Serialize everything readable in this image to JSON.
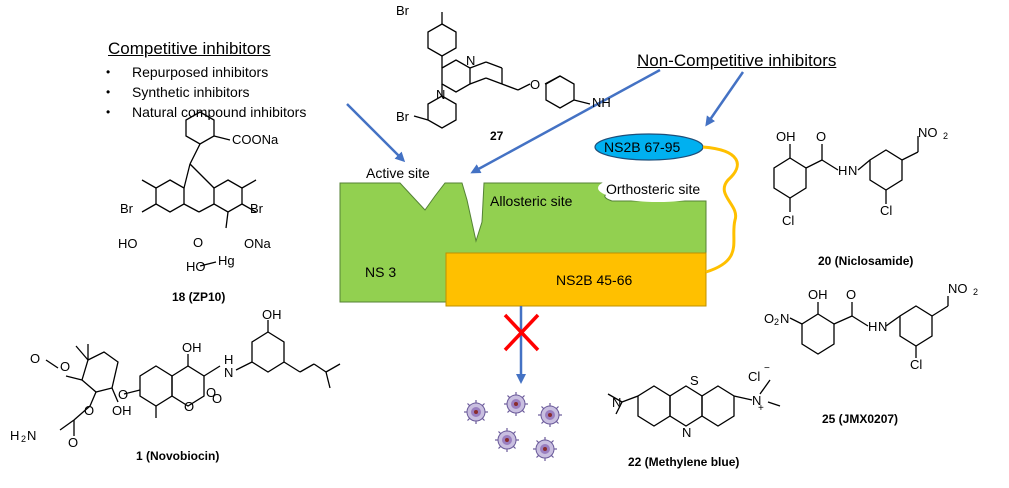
{
  "headers": {
    "competitive": "Competitive inhibitors",
    "noncompetitive": "Non-Competitive inhibitors"
  },
  "competitive_list": [
    "Repurposed inhibitors",
    "Synthetic inhibitors",
    "Natural compound inhibitors"
  ],
  "protein": {
    "ns3": "NS 3",
    "ns2b_45_66": "NS2B 45-66",
    "ns2b_67_95": "NS2B 67-95",
    "active_site": "Active site",
    "allosteric_site": "Allosteric site",
    "orthosteric_site": "Orthosteric site"
  },
  "compounds": {
    "c27": "27",
    "c18": "18 (ZP10)",
    "c1": "1 (Novobiocin)",
    "c20": "20 (Niclosamide)",
    "c25": "25 (JMX0207)",
    "c22": "22 (Methylene blue)"
  },
  "atoms": {
    "br": "Br",
    "n": "N",
    "o": "O",
    "nh": "NH",
    "h": "H",
    "hn": "HN",
    "oh": "OH",
    "ho": "HO",
    "cl": "Cl",
    "coona": "COONa",
    "ona": "ONa",
    "hg": "Hg",
    "s": "S",
    "no2": "NO",
    "o2n": "O",
    "h2n": "H",
    "n_plus": "N",
    "plus": "+",
    "minus": "−",
    "sub2": "2"
  },
  "colors": {
    "ns3_green": "#92D050",
    "ns2b_orange": "#FFC000",
    "ns2b_blue": "#00B0F0",
    "arrow_blue": "#4472C4",
    "block_red": "#FF0000",
    "virus_purple": "#8064A2"
  }
}
